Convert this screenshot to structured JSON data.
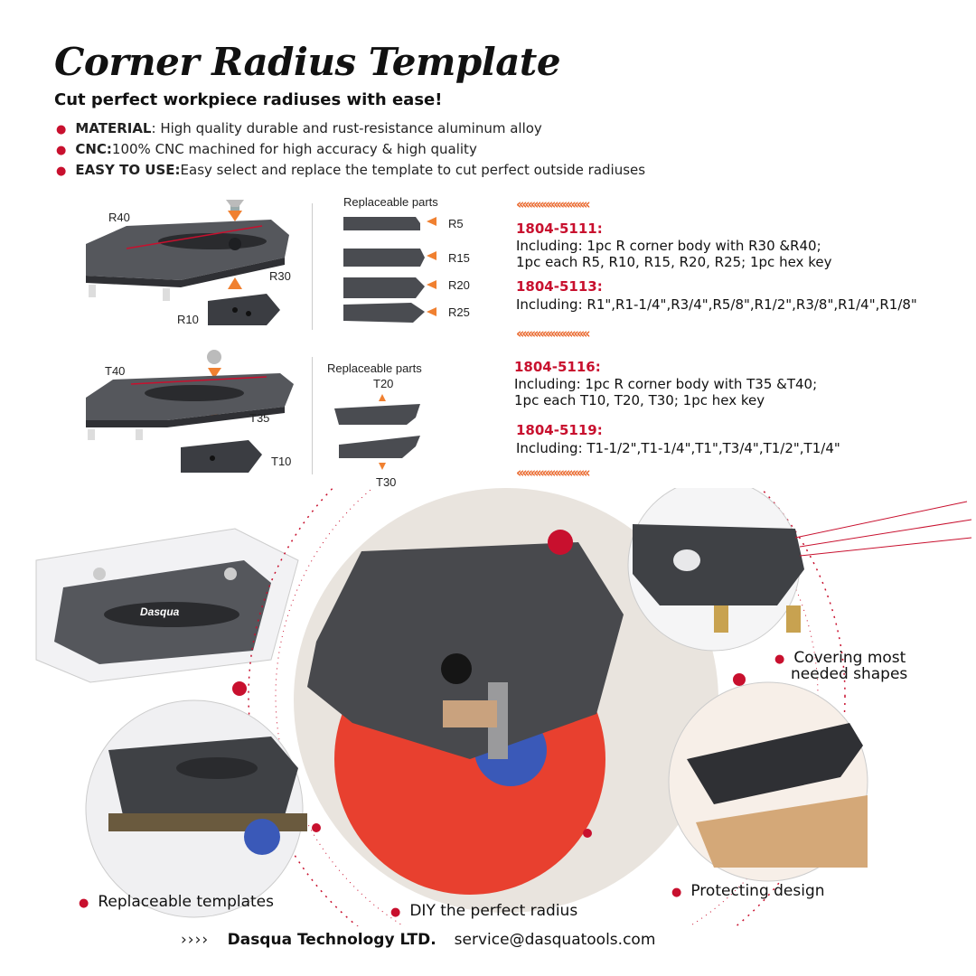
{
  "title": "Corner Radius Template",
  "subtitle": "Cut perfect workpiece radiuses with ease!",
  "features": [
    {
      "label": "MATERIAL",
      "sep": ": ",
      "text": "High quality  durable and rust-resistance aluminum alloy"
    },
    {
      "label": "CNC:",
      "sep": "",
      "text": "100% CNC machined for high accuracy & high quality"
    },
    {
      "label": "EASY TO USE:",
      "sep": "",
      "text": "Easy select and replace the template to cut perfect outside radiuses"
    }
  ],
  "r_kit": {
    "labels": {
      "r40": "R40",
      "r30": "R30",
      "r10": "R10"
    },
    "replaceable_title": "Replaceable parts",
    "parts": [
      "R5",
      "R15",
      "R20",
      "R25"
    ]
  },
  "t_kit": {
    "labels": {
      "t40": "T40",
      "t35": "T35",
      "t10": "T10"
    },
    "replaceable_title": "Replaceable parts",
    "parts": [
      "T20",
      "T30"
    ]
  },
  "products": [
    {
      "code": "1804-5111:",
      "lines": [
        "Including: 1pc R corner body with R30 &R40;",
        "1pc each R5, R10, R15, R20, R25; 1pc hex key"
      ]
    },
    {
      "code": "1804-5113:",
      "lines": [
        "Including: R1\",R1-1/4\",R3/4\",R5/8\",R1/2\",R3/8\",R1/4\",R1/8\""
      ]
    },
    {
      "code": "1804-5116:",
      "lines": [
        "Including: 1pc R corner body  with T35 &T40;",
        "1pc each T10, T20, T30; 1pc hex key"
      ]
    },
    {
      "code": "1804-5119:",
      "lines": [
        "Including: T1-1/2\",T1-1/4\",T1\",T3/4\",T1/2\",T1/4\""
      ]
    }
  ],
  "chevrons": "‹‹‹‹‹‹‹‹‹‹‹‹‹‹‹‹‹‹‹‹‹‹‹‹‹",
  "brand_logo": "Dasqua",
  "benefits": {
    "covering": [
      "Covering most",
      "needed shapes"
    ],
    "replaceable": "Replaceable templates",
    "diy": "DIY the perfect radius",
    "protecting": "Protecting design"
  },
  "footer": {
    "arrows": "›››› ",
    "company": "Dasqua Technology LTD.",
    "email": "service@dasquatools.com"
  },
  "colors": {
    "accent": "#c8102e",
    "chevron": "#e9662a",
    "metal": "#3b3d42"
  }
}
